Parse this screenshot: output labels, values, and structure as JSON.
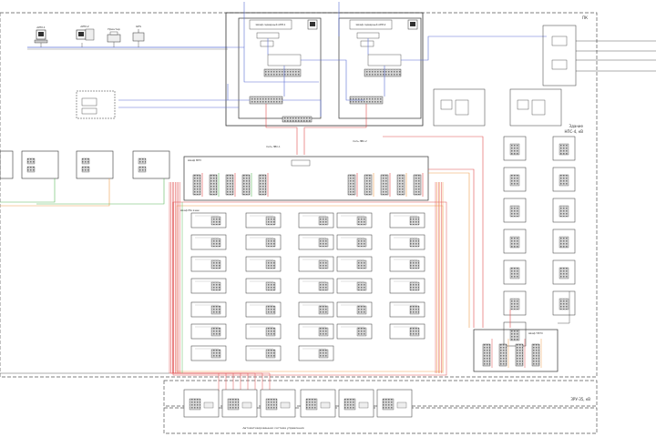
{
  "diagram": {
    "zones": {
      "main_label": "ПК",
      "building_label_1": "Здание",
      "building_label_2": "НПС-4, кВ",
      "bottom_label": "ЗРУ-35, кВ",
      "footer_label": "Автоматизированная система управления"
    },
    "cabinets": {
      "server_1_title": "Шкаф серверный АРМ-1",
      "server_2_title": "Шкаф серверный АРМ-2",
      "concentrator_title": "Шкаф МПЗ",
      "relay_panel_title": "Шкаф РЗА ячеек",
      "side_panel_title": "Шкаф ТМ ПС"
    },
    "top_devices": [
      "АРМ-1",
      "АРМ-2",
      "Принтер",
      "GPS"
    ],
    "link_labels": [
      "Сеть ЛВС-1",
      "Сеть ЛВС-2"
    ],
    "colors": {
      "line_blue": "#5a6fd6",
      "line_red": "#e05050",
      "line_orange": "#f0a050",
      "line_green": "#5fb85f",
      "frame": "#333333",
      "dashed": "#555555"
    }
  }
}
